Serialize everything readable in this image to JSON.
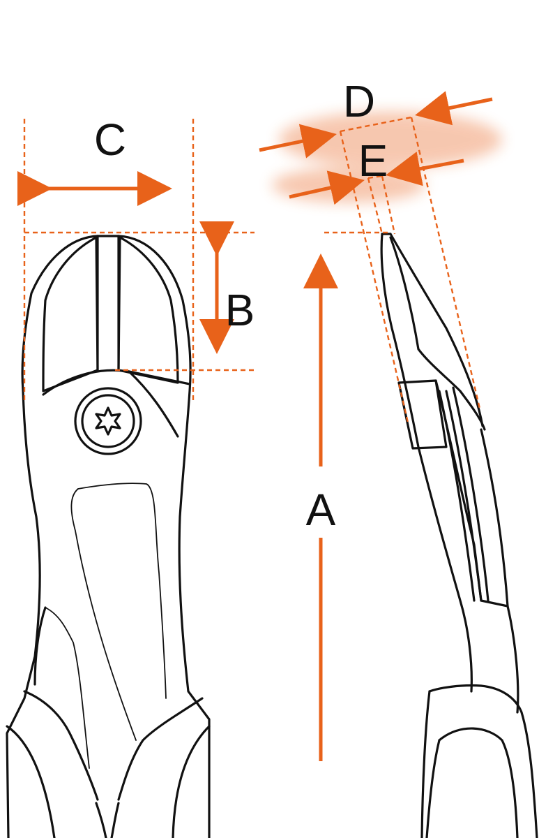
{
  "colors": {
    "dimension": "#e8621a",
    "outline": "#111111",
    "background": "#ffffff"
  },
  "labels": {
    "A": "A",
    "B": "B",
    "C": "C",
    "D": "D",
    "E": "E"
  }
}
